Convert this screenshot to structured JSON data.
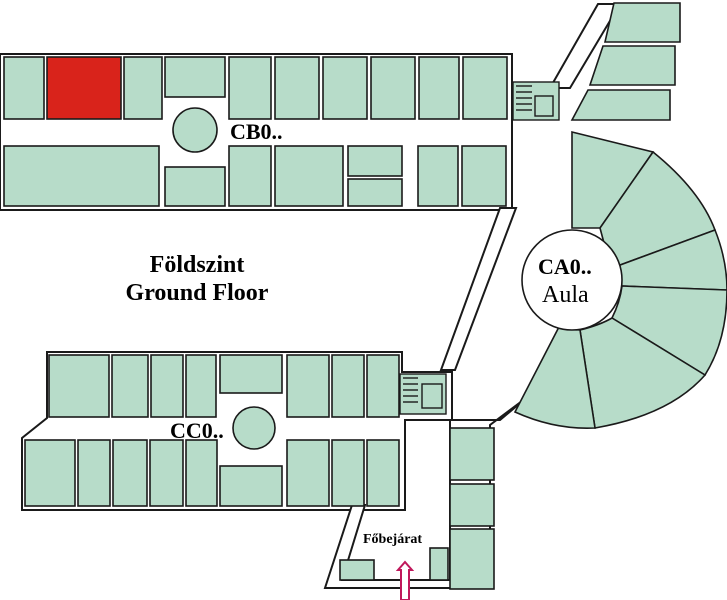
{
  "labels": {
    "floor_hu": "Földszint",
    "floor_en": "Ground Floor",
    "wing_b": "CB0..",
    "wing_a": "CA0..",
    "aula": "Aula",
    "wing_c": "CC0..",
    "entrance": "Főbejárat"
  },
  "colors": {
    "room": "#b7dcc9",
    "room_highlight": "#d9231b",
    "outline": "#1a1a1a",
    "entrance_arrow": "#c0185b",
    "background": "#ffffff"
  },
  "highlighted_room": "wing-b-top-room-2"
}
